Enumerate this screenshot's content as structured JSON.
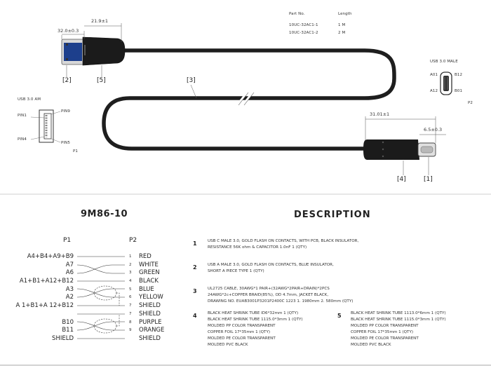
{
  "drawing": {
    "dim_a_width": "32.0±0.3",
    "dim_a_len": "21.9±1",
    "dim_c_len": "31.01±1",
    "dim_c_width": "6.5±0.3",
    "part_table": {
      "header_part": "Part No.",
      "header_length": "Length",
      "rows": [
        {
          "part": "10UC-32AC1-1",
          "length": "1 M"
        },
        {
          "part": "10UC-32AC1-2",
          "length": "2 M"
        }
      ]
    },
    "callouts": {
      "c2": "[2]",
      "c5": "[5]",
      "c3": "[3]",
      "c4": "[4]",
      "c1": "[1]"
    },
    "usb_a": {
      "title": "USB 3.0 AM",
      "pin1": "PIN1",
      "pin4": "PIN4",
      "pin9": "PIN9",
      "pin5": "PIN5",
      "label": "P1"
    },
    "usb_c": {
      "title": "USB 3.0 MALE",
      "a01": "A01",
      "b12": "B12",
      "a12": "A12",
      "b01": "B01",
      "label": "P2"
    }
  },
  "pinout": {
    "title": "9M86-10",
    "p1_label": "P1",
    "p2_label": "P2",
    "left_pins": [
      "A4+B4+A9+B9",
      "A7",
      "A6",
      "A1+B1+A12+B12",
      "A3",
      "A2",
      "A 1+B1+A 12+B12",
      "",
      "B10",
      "B11",
      "SHIELD"
    ],
    "rows": [
      {
        "num": "1",
        "color": "RED"
      },
      {
        "num": "2",
        "color": "WHITE"
      },
      {
        "num": "3",
        "color": "GREEN"
      },
      {
        "num": "4",
        "color": "BLACK"
      },
      {
        "num": "5",
        "color": "BLUE"
      },
      {
        "num": "6",
        "color": "YELLOW"
      },
      {
        "num": "7",
        "color": "SHIELD"
      },
      {
        "num": "7",
        "color": "SHIELD"
      },
      {
        "num": "8",
        "color": "PURPLE"
      },
      {
        "num": "9",
        "color": "ORANGE"
      },
      {
        "num": "",
        "color": "SHIELD"
      }
    ]
  },
  "description": {
    "title": "DESCRIPTION",
    "items": [
      {
        "num": "1",
        "lines": [
          "USB C MALE 3.0, GOLD FLASH ON CONTACTS, WITH PCB, BLACK INSULATOR,",
          "RESISTANCE 56K ohm & CAPACITOR 1.0nF  1 (QTY)"
        ]
      },
      {
        "num": "2",
        "lines": [
          "USB A MALE 3.0, GOLD FLASH ON CONTACTS, BLUE INSULATOR,",
          "SHORT A PIECE TYPE   1 (QTY)"
        ]
      },
      {
        "num": "3",
        "lines": [
          "UL2725 CABLE, 30AWG*1 PAIR+(32AWG*2PAIR+DRAIN)*2PCS",
          "24AWG*2c+COPPER BRAID(85%), OD 4.7mm, JACKET BLACK,",
          "DRAWING NO. EUAB3001P3201P2400C 1223   1. 1980mm  2. 580mm (QTY)"
        ]
      },
      {
        "num": "4",
        "lines": [
          "BLACK HEAT SHRINK TUBE ID6*32mm   1 (QTY)",
          "BLACK HEAT SHRINK TUBE 1115.0*3mm  1 (QTY)",
          "MOLDED PP COLOR TRANSPARENT",
          "COPPER FOIL 17*35mm    1 (QTY)",
          "MOLDED PE COLOR TRANSPARENT",
          "MOLDED PVC BLACK"
        ]
      },
      {
        "num": "5",
        "lines": [
          "BLACK HEAT SHRINK TUBE 1113.0*6mm   1 (QTY)",
          "BLACK HEAT SHRINK TUBE 1115.0*3mm  1 (QTY)",
          "MOLDED PP COLOR TRANSPARENT",
          "COPPER FOIL 17*35mm    1 (QTY)",
          "MOLDED PE COLOR TRANSPARENT",
          "MOLDED PVC BLACK"
        ]
      }
    ]
  }
}
